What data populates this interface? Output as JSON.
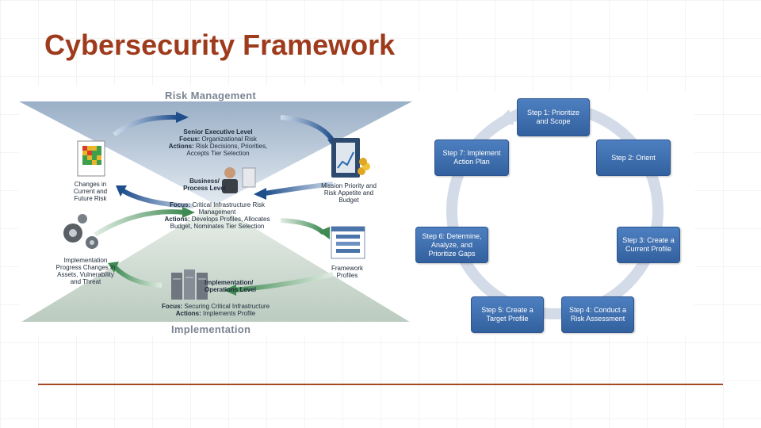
{
  "title": "Cybersecurity Framework",
  "risk_diagram": {
    "top_label": "Risk Management",
    "bottom_label": "Implementation",
    "senior": {
      "heading": "Senior Executive Level",
      "focus_label": "Focus:",
      "focus_text": "Organizational Risk",
      "actions_label": "Actions:",
      "actions_text": "Risk Decisions, Priorities, Accepts Tier Selection"
    },
    "business": {
      "heading": "Business/ Process Level",
      "focus_label": "Focus:",
      "focus_text": "Critical Infrastructure Risk Management",
      "actions_label": "Actions:",
      "actions_text": "Develops Profiles, Allocates Budget, Nominates Tier Selection"
    },
    "operations": {
      "heading": "Implementation/ Operations Level",
      "focus_label": "Focus:",
      "focus_text": "Securing Critical Infrastructure",
      "actions_label": "Actions:",
      "actions_text": "Implements Profile"
    },
    "changes_label": "Changes in Current and Future Risk",
    "mission_label": "Mission Priority and Risk Appetite and Budget",
    "progress_label": "Implementation Progress Changes in Assets, Vulnerability and Threat",
    "profiles_label": "Framework Profiles"
  },
  "cycle": {
    "steps": [
      "Step 1: Prioritize and Scope",
      "Step 2: Orient",
      "Step 3: Create a Current Profile",
      "Step 4: Conduct a Risk Assessment",
      "Step 5: Create a Target Profile",
      "Step 6: Determine, Analyze, and Prioritize Gaps",
      "Step 7: Implement Action Plan"
    ]
  }
}
